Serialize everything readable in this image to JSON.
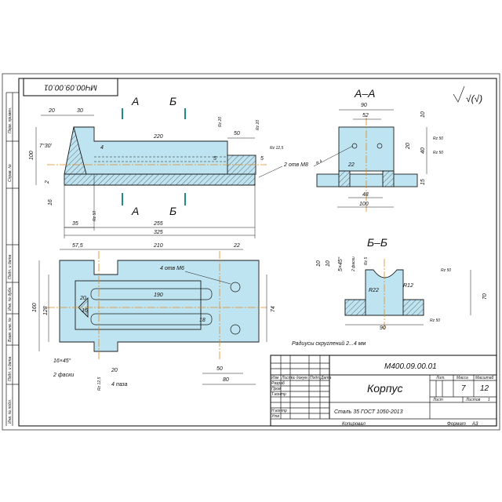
{
  "stamp": {
    "code_rotated": "МЧ00.09.00.01",
    "code": "М400.09.00.01",
    "name": "Корпус",
    "material": "Сталь 35 ГОСТ 1050-2013",
    "mass": "7",
    "scale": "12",
    "sheet_label": "Лист",
    "sheets_label": "Листов",
    "sheets_value": "1",
    "lit_label": "Лит.",
    "mass_label": "Масса",
    "scale_label": "Масштаб",
    "copied_label": "Копировал",
    "format_label": "Формат",
    "format_value": "А3",
    "rows": [
      "Изм",
      "Лист",
      "№ докум.",
      "Подп.",
      "Дата"
    ],
    "roles": [
      "Разраб",
      "Пров",
      "Т.контр",
      "",
      "Н.контр",
      "Утв"
    ]
  },
  "side_strip": [
    "Перв. примен.",
    "Справ. №",
    "Подп. и дата",
    "Инв. № дубл.",
    "Взам. инв. №",
    "Подп. и дата",
    "Инв. № подл."
  ],
  "roughness": "√(√)",
  "note": "Радиусы скруглений 2...4 мм",
  "front_view": {
    "cut_A": "А",
    "cut_B": "Б",
    "dims": [
      "20",
      "30",
      "220",
      "50",
      "4",
      "7°30'",
      "100",
      "5",
      "5",
      "35",
      "255",
      "325",
      "16",
      "2"
    ],
    "callouts": [
      "2 отв М8",
      "Rz 20",
      "Rz 20",
      "Rz 12,5",
      "Rz 50"
    ]
  },
  "section_AA": {
    "title": "А–А",
    "dims": [
      "90",
      "52",
      "10",
      "20",
      "40",
      "22",
      "48",
      "100",
      "15"
    ],
    "callouts": [
      "Rz 50",
      "Rz 50",
      "R 4"
    ]
  },
  "section_BB": {
    "title": "Б–Б",
    "dims": [
      "10",
      "10",
      "5×45°",
      "R22",
      "R12",
      "70",
      "90"
    ],
    "callouts": [
      "2 фаски",
      "Rz 50",
      "Rz 50",
      "Rz 5"
    ]
  },
  "top_view": {
    "dims": [
      "57,5",
      "210",
      "22",
      "190",
      "20",
      "16",
      "18",
      "128",
      "160",
      "74",
      "16×45°",
      "20",
      "50",
      "80"
    ],
    "callouts": [
      "4 отв М6",
      "2 фаски",
      "4 паза",
      "Rz 12,5"
    ]
  }
}
